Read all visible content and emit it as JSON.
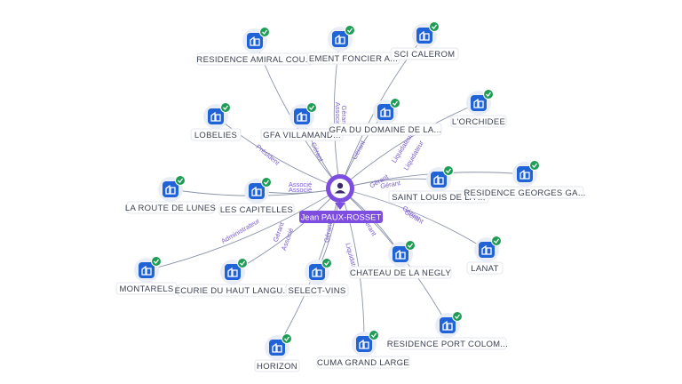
{
  "center": {
    "name": "Jean PAUX-ROSSET",
    "icon": "person-icon",
    "color": "#7c4dde"
  },
  "colors": {
    "company_icon": "#1f63d6",
    "verified": "#1f9d55",
    "edge": "#8a93a8",
    "edge_label": "#7a5ccf"
  },
  "companies": [
    {
      "id": "residence-amiral",
      "label": "RESIDENCE AMIRAL COU...",
      "role": ""
    },
    {
      "id": "groupement-foncier",
      "label": "EMENT FONCIER A...",
      "role": "Associé"
    },
    {
      "id": "sci-calerom",
      "label": "SCI CALEROM",
      "role": "Gérant"
    },
    {
      "id": "lobelies",
      "label": "LOBELIES",
      "role": ""
    },
    {
      "id": "gfa-villamand",
      "label": "GFA VILLAMAND...",
      "role": "Gérant"
    },
    {
      "id": "gfa-domaine",
      "label": "GFA DU DOMAINE DE LA...",
      "role": "Gérant"
    },
    {
      "id": "lorchidee",
      "label": "L'ORCHIDEE",
      "role": "Liquidateur"
    },
    {
      "id": "saint-louis",
      "label": "SAINT LOUIS DE LA ...",
      "role": "Gérant"
    },
    {
      "id": "residence-georges",
      "label": "RESIDENCE GEORGES GA...",
      "role": ""
    },
    {
      "id": "route-lunes",
      "label": "LA ROUTE DE LUNES",
      "role": ""
    },
    {
      "id": "capitelles",
      "label": "LES CAPITELLES",
      "role": "Associé"
    },
    {
      "id": "lanat",
      "label": "LANAT",
      "role": "Gérant"
    },
    {
      "id": "montarels",
      "label": "MONTARELS",
      "role": "Administrateur"
    },
    {
      "id": "ecurie",
      "label": "ECURIE DU HAUT LANGU...",
      "role": "Gérant"
    },
    {
      "id": "select-vins",
      "label": "SELECT-VINS",
      "role": "Gérant"
    },
    {
      "id": "chateau-negly",
      "label": "CHATEAU DE LA NEGLY",
      "role": "Gérant"
    },
    {
      "id": "horizon",
      "label": "HORIZON",
      "role": ""
    },
    {
      "id": "cuma",
      "label": "CUMA GRAND LARGE",
      "role": ""
    },
    {
      "id": "residence-port",
      "label": "RESIDENCE PORT COLOM...",
      "role": ""
    }
  ],
  "extra_edge_labels": [
    "Président",
    "Associé",
    "Associé",
    "Gérant",
    "Liquidateur",
    "Gérant",
    "Liquidateur"
  ]
}
